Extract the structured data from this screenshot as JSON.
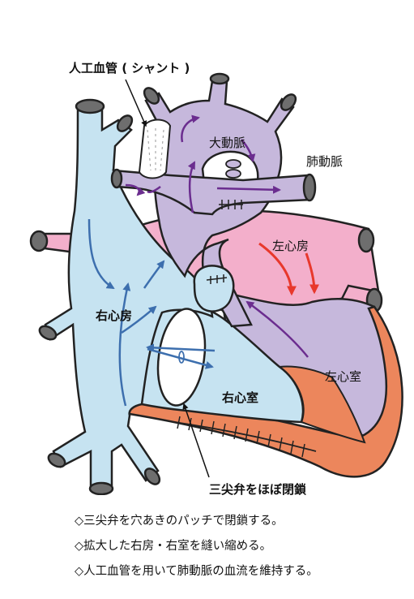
{
  "labels": {
    "shunt": "人工血管 ( シャント )",
    "aorta": "大動脈",
    "pulmonary_artery": "肺動脈",
    "left_atrium": "左心房",
    "right_atrium": "右心房",
    "right_ventricle": "右心室",
    "left_ventricle": "左心室",
    "tricuspid": "三尖弁をほぼ閉鎖"
  },
  "notes": [
    "◇三尖弁を穴あきのパッチで閉鎖する。",
    "◇拡大した右房・右室を縫い縮める。",
    "◇人工血管を用いて肺動脈の血流を維持する。"
  ],
  "colors": {
    "right_heart": "#c6e3f1",
    "left_heart": "#c6b8dc",
    "left_atrium_pink": "#f3afcb",
    "muscle": "#ec865c",
    "vessel_cap": "#6e6e6e",
    "arrow_blue": "#3d6fae",
    "arrow_purple": "#6b2d8f",
    "arrow_red": "#e8382c"
  }
}
